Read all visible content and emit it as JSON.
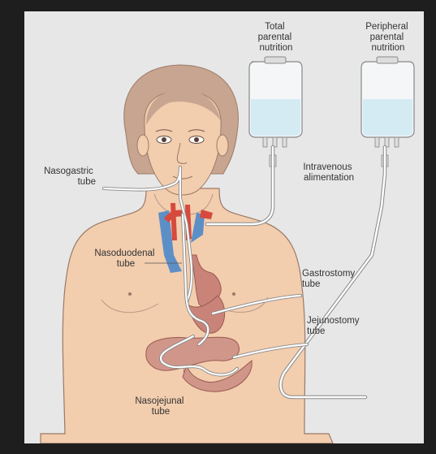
{
  "labels": {
    "tpn": [
      "Total",
      "parental",
      "nutrition"
    ],
    "ppn": [
      "Peripheral",
      "parental",
      "nutrition"
    ],
    "intravenous": [
      "Intravenous",
      "alimentation"
    ],
    "nasogastric": [
      "Nasogastric",
      "tube"
    ],
    "nasoduodenal": [
      "Nasoduodenal",
      "tube"
    ],
    "gastrostomy": [
      "Gastrostomy",
      "tube"
    ],
    "jejunostomy": [
      "Jejunostomy",
      "tube"
    ],
    "nasojejunal": [
      "Nasojejunal",
      "tube"
    ]
  },
  "colors": {
    "background": "#e7e7e8",
    "skin": "#f2cdae",
    "skin_outline": "#9a7a66",
    "hair": "#c8a590",
    "stomach": "#c98378",
    "intestine": "#d0968a",
    "artery": "#d64a3e",
    "vein": "#5d8fc7",
    "tube": "#ffffff",
    "fluid": "#d5ebf3"
  }
}
